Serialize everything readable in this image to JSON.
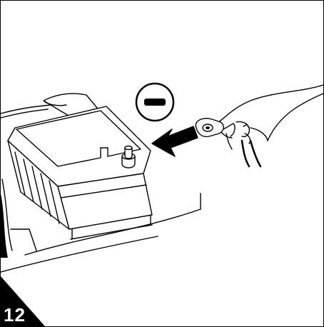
{
  "figure": {
    "step_number": "12",
    "symbol": "minus-sign",
    "subject": "battery-negative-terminal",
    "action": "connect-negative-cable"
  },
  "colors": {
    "ink": "#000000",
    "paper": "#ffffff"
  }
}
